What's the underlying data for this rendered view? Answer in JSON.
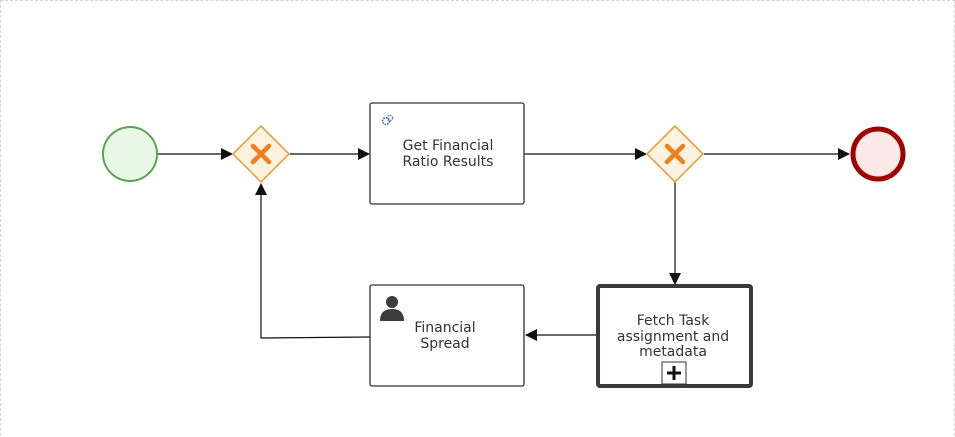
{
  "diagram": {
    "tasks": {
      "get_financial_ratio": {
        "line1": "Get Financial",
        "line2": "Ratio Results",
        "icon": "service-task-gears-icon"
      },
      "financial_spread": {
        "line1": "Financial",
        "line2": "Spread",
        "icon": "user-task-person-icon"
      },
      "fetch_task": {
        "line1": "Fetch Task",
        "line2": "assignment and",
        "line3": "metadata",
        "icon": "subprocess-expand-plus-icon"
      }
    },
    "gateways": {
      "gateway1": {
        "type": "exclusive",
        "icon": "exclusive-gateway-x-icon"
      },
      "gateway2": {
        "type": "exclusive",
        "icon": "exclusive-gateway-x-icon"
      }
    },
    "colors": {
      "start_stroke": "#5ba352",
      "start_fill": "#e8f7e6",
      "end_stroke": "#a00000",
      "end_fill": "#fde8e8",
      "gateway_stroke": "#e49b2a",
      "gateway_fill": "#fdf1df",
      "gateway_x": "#ee7f1c",
      "task_stroke": "#333333",
      "subprocess_stroke": "#353b40"
    }
  }
}
